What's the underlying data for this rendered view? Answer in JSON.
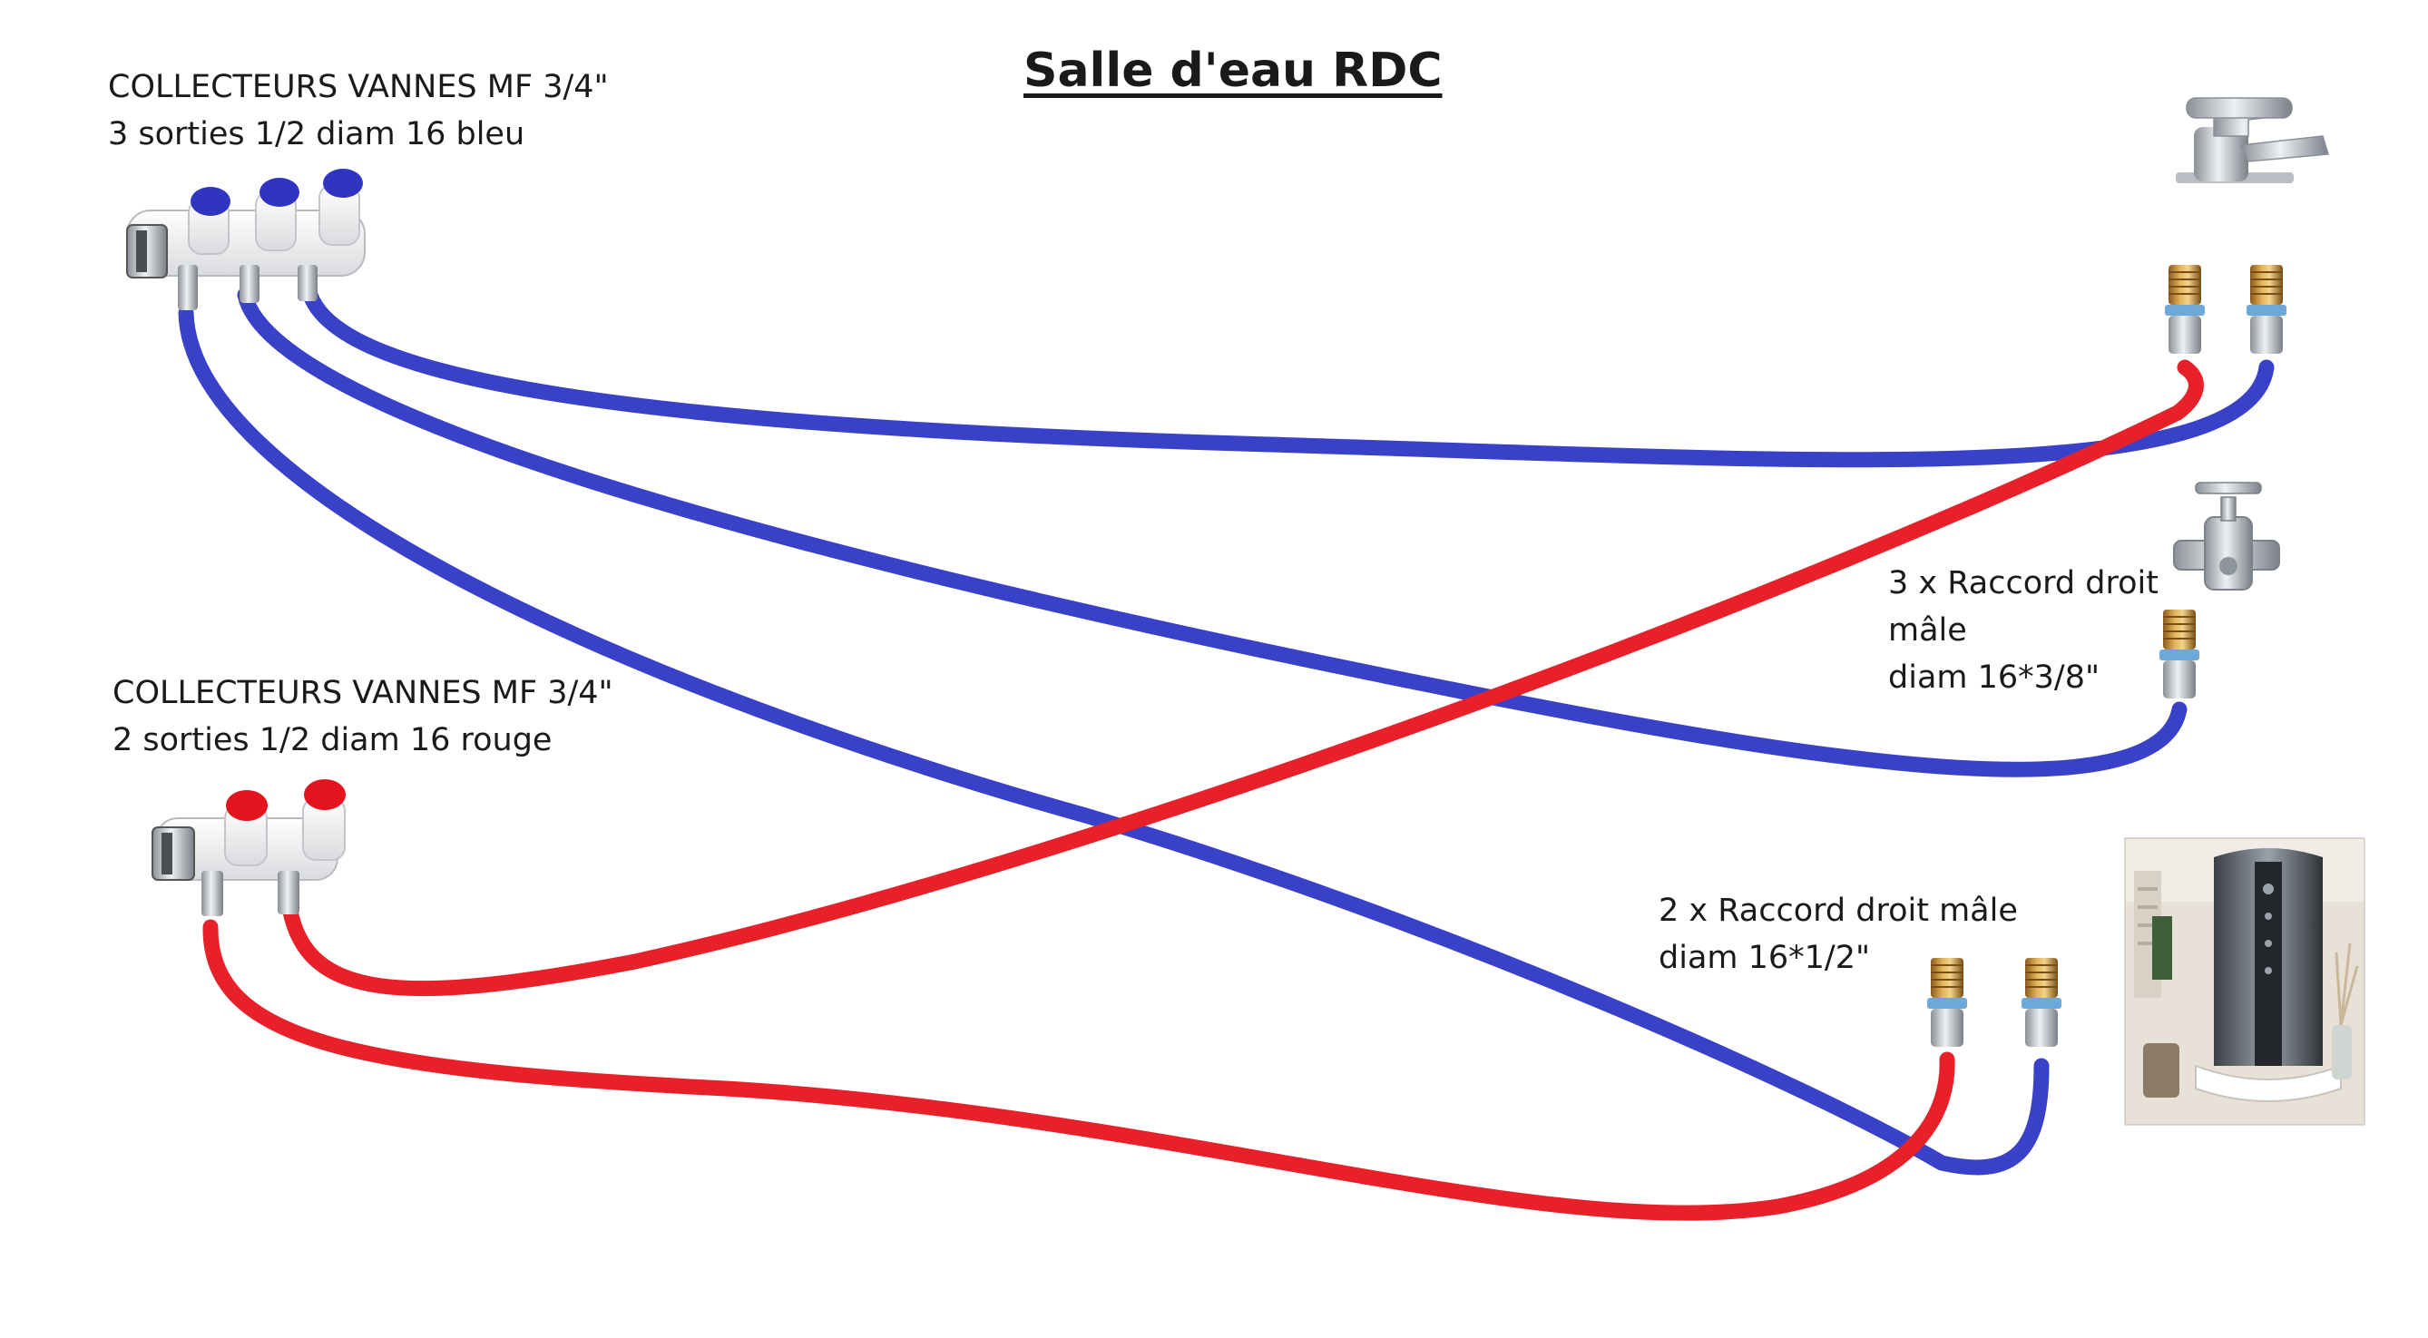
{
  "title": "Salle d'eau RDC",
  "colors": {
    "cold_pipe": "#3a41c9",
    "hot_pipe": "#e8202a",
    "brass": "#c8953e",
    "chrome": "#cfd4da"
  },
  "labels": {
    "manifold_blue": [
      "COLLECTEURS VANNES MF 3/4\"",
      "3 sorties 1/2 diam 16 bleu"
    ],
    "manifold_red": [
      "COLLECTEURS VANNES MF 3/4\"",
      "2 sorties 1/2 diam 16 rouge"
    ],
    "fitting_3_8": [
      "3 x Raccord droit",
      "mâle",
      "diam 16*3/8\""
    ],
    "fitting_1_2": [
      "2 x Raccord droit mâle",
      "diam 16*1/2\""
    ]
  },
  "icons": [
    "blue-valve-manifold-icon",
    "red-valve-manifold-icon",
    "basin-faucet-icon",
    "wall-tap-icon",
    "shower-cabin-icon",
    "brass-fitting-icon"
  ]
}
